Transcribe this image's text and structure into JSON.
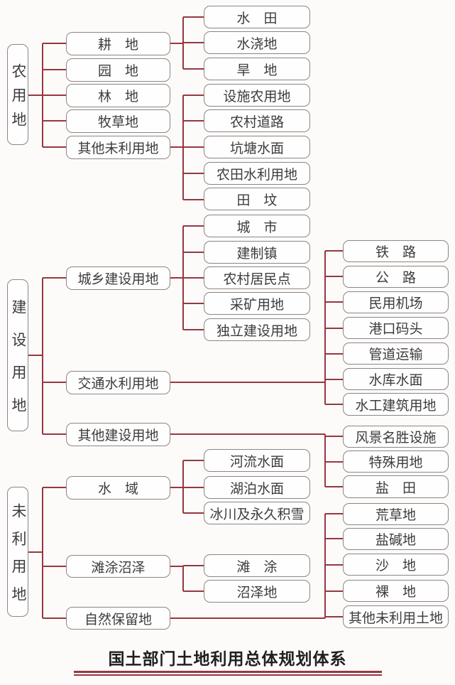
{
  "title": "国土部门土地利用总体规划体系",
  "colors": {
    "connector_line": "#96383f",
    "box_border": "#8d8682",
    "box_text": "#3c3c3c",
    "title_text": "#1f1f1f",
    "title_underline": "#96383f",
    "background": "#fcfbfa"
  },
  "tree": {
    "sections": [
      {
        "label": "农用地",
        "children": [
          {
            "label": "耕　地",
            "children": [
              {
                "label": "水　田"
              },
              {
                "label": "水浇地"
              },
              {
                "label": "旱　地"
              }
            ]
          },
          {
            "label": "园　地"
          },
          {
            "label": "林　地"
          },
          {
            "label": "牧草地"
          },
          {
            "label": "其他未利用地",
            "children": [
              {
                "label": "设施农用地"
              },
              {
                "label": "农村道路"
              },
              {
                "label": "坑塘水面"
              },
              {
                "label": "农田水利用地"
              },
              {
                "label": "田　坟"
              }
            ]
          }
        ]
      },
      {
        "label": "建设用地",
        "children": [
          {
            "label": "城乡建设用地",
            "children": [
              {
                "label": "城　市"
              },
              {
                "label": "建制镇"
              },
              {
                "label": "农村居民点"
              },
              {
                "label": "采矿用地"
              },
              {
                "label": "独立建设用地"
              }
            ]
          },
          {
            "label": "交通水利用地",
            "children": [
              {
                "label": "铁　路"
              },
              {
                "label": "公　路"
              },
              {
                "label": "民用机场"
              },
              {
                "label": "港口码头"
              },
              {
                "label": "管道运输"
              },
              {
                "label": "水库水面"
              },
              {
                "label": "水工建筑用地"
              }
            ]
          },
          {
            "label": "其他建设用地",
            "children": [
              {
                "label": "风景名胜设施"
              },
              {
                "label": "特殊用地"
              },
              {
                "label": "盐　田"
              }
            ]
          }
        ]
      },
      {
        "label": "未利用地",
        "children": [
          {
            "label": "水　域",
            "children": [
              {
                "label": "河流水面"
              },
              {
                "label": "湖泊水面"
              },
              {
                "label": "冰川及永久积雪"
              }
            ]
          },
          {
            "label": "滩涂沼泽",
            "children": [
              {
                "label": "滩　涂"
              },
              {
                "label": "沼泽地"
              }
            ]
          },
          {
            "label": "自然保留地",
            "children": [
              {
                "label": "荒草地"
              },
              {
                "label": "盐碱地"
              },
              {
                "label": "沙　地"
              },
              {
                "label": "裸　地"
              },
              {
                "label": "其他未利用土地"
              }
            ]
          }
        ]
      }
    ]
  }
}
